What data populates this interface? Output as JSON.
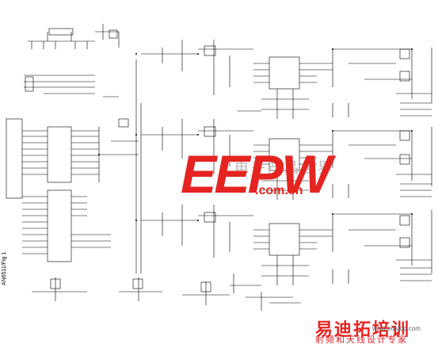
{
  "watermark": {
    "brand": "EEPW",
    "site": ".com.cn",
    "chinese_faint": "电子产品世界",
    "bottom_brand": "易迪拓培训",
    "bottom_sub": "射频和天线设计专家",
    "url": "www.edatop.com"
  },
  "side_label": "AN6511/Fig 1",
  "colors": {
    "watermark_red": "#e52421",
    "line": "#000000",
    "background": "#ffffff"
  }
}
